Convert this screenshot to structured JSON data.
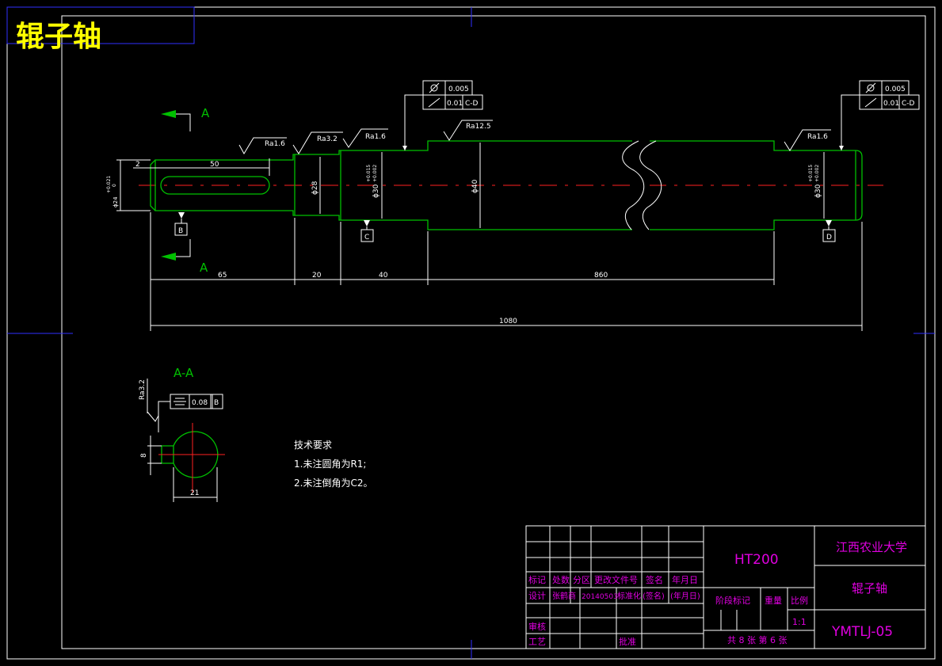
{
  "title": "辊子轴",
  "section_labels": {
    "a_top": "A",
    "a_bottom": "A",
    "section_view": "A-A"
  },
  "roughness": [
    "Ra1.6",
    "Ra3.2",
    "Ra1.6",
    "Ra12.5",
    "Ra1.6",
    "Ra3.2"
  ],
  "tolerance_left": {
    "row1": "0.005",
    "row2_value": "0.01",
    "row2_datum": "C-D"
  },
  "tolerance_right": {
    "row1": "0.005",
    "row2_value": "0.01",
    "row2_datum": "C-D"
  },
  "tolerance_section": {
    "value": "0.08",
    "datum": "B"
  },
  "datums": [
    "B",
    "C",
    "D"
  ],
  "dimensions": {
    "d24": "ϕ24",
    "d24_tol": "+0.021",
    "d24_tol2": "0",
    "d28": "ϕ28",
    "d30_left": "ϕ30",
    "d30_left_tol1": "+0.015",
    "d30_left_tol2": "+0.002",
    "d40": "ϕ40",
    "d30_right": "ϕ30",
    "d30_right_tol1": "+0.015",
    "d30_right_tol2": "+0.002",
    "key_len": "50",
    "key_off": "2",
    "len1": "65",
    "len2": "20",
    "len3": "40",
    "len4": "860",
    "total": "1080",
    "sec_h": "8",
    "sec_w": "21"
  },
  "notes": {
    "heading": "技术要求",
    "line1": "1.未注圆角为R1;",
    "line2": "2.未注倒角为C2。"
  },
  "title_block": {
    "material": "HT200",
    "school": "江西农业大学",
    "part_name": "辊子轴",
    "drawing_no": "YMTLJ-05",
    "row_headers": [
      "标记",
      "处数",
      "分区",
      "更改文件号",
      "签名",
      "年月日"
    ],
    "designer_row": [
      "设计",
      "张鹤商",
      "20140503",
      "标准化",
      "(签名)",
      "(年月日)"
    ],
    "stage_label": "阶段标记",
    "weight_label": "重量",
    "scale_label": "比例",
    "scale_value": "1:1",
    "review": "审核",
    "process": "工艺",
    "approve": "批准",
    "sheet": "共 8 张  第 6 张"
  }
}
